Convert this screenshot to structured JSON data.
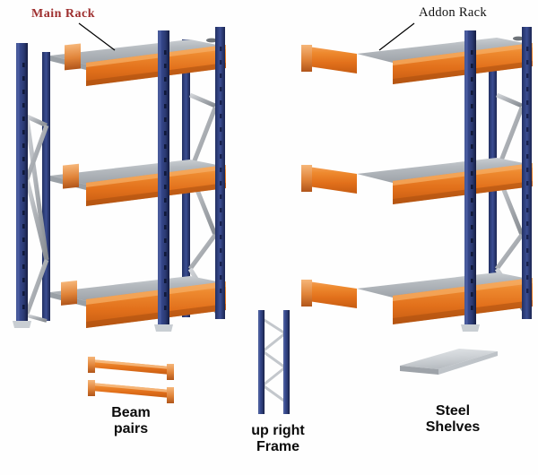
{
  "diagram": {
    "title_main": "Main Rack",
    "title_addon": "Addon Rack",
    "parts": {
      "beam": "Beam\npairs",
      "beam_line1": "Beam",
      "beam_line2": "pairs",
      "frame_line1": "up right",
      "frame_line2": "Frame",
      "shelf_line1": "Steel",
      "shelf_line2": "Shelves"
    },
    "colors": {
      "background": "#fefefe",
      "beam_orange": "#e8761e",
      "beam_orange_light": "#f2a055",
      "beam_orange_dark": "#b65513",
      "upright_navy": "#2a3a72",
      "upright_navy_dark": "#1b2650",
      "upright_navy_light": "#4457a0",
      "brace_gray": "#b9bcc0",
      "brace_gray_dark": "#8d9196",
      "deck_gray": "#adb2b8",
      "deck_gray_light": "#cdd1d6",
      "deck_gray_dark": "#8f959c",
      "label_red": "#9e2f2f",
      "label_black": "#111111",
      "leader_line": "#000000"
    },
    "racks": [
      {
        "name": "main-rack",
        "shelf_levels": 3,
        "uprights": 2,
        "has_left_upright": true
      },
      {
        "name": "addon-rack",
        "shelf_levels": 3,
        "uprights": 1,
        "has_left_upright": false
      }
    ],
    "components": [
      {
        "name": "beam-pairs",
        "count": 2
      },
      {
        "name": "upright-frame",
        "count": 1
      },
      {
        "name": "steel-shelf-panel",
        "count": 1
      }
    ]
  }
}
